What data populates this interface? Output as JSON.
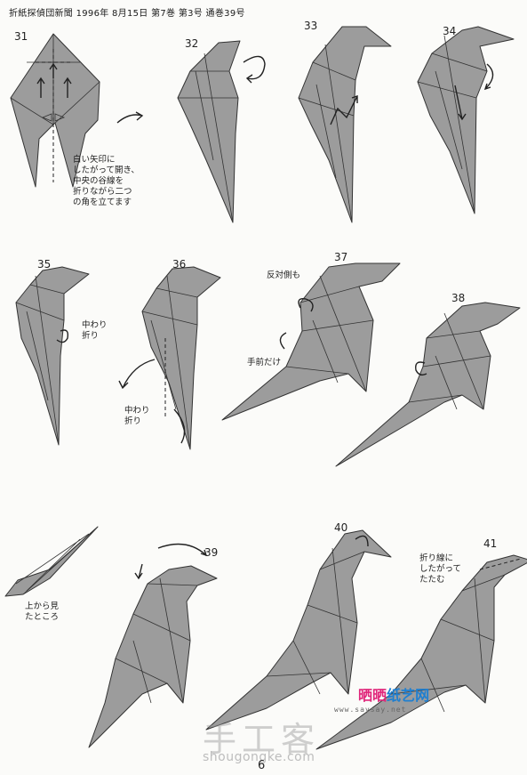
{
  "header": "折紙探偵団新聞 1996年 8月15日 第7巻 第3号 通巻39号",
  "steps": [
    "31",
    "32",
    "33",
    "34",
    "35",
    "36",
    "37",
    "38",
    "39",
    "40",
    "41"
  ],
  "notes": {
    "step31": [
      "白い矢印に",
      "したがって開き、",
      "中央の谷線を",
      "折りながら二つ",
      "の角を立てます"
    ],
    "step35": [
      "中わり",
      "折り"
    ],
    "step36": [
      "中わり",
      "折り"
    ],
    "step37_top": "反対側も",
    "step37_front": "手前だけ",
    "step39_view": [
      "上から見",
      "たところ"
    ],
    "step41": [
      "折り線に",
      "したがって",
      "たたむ"
    ]
  },
  "watermark": {
    "logo": "晒晒纸艺网",
    "logo_colors": [
      "#e0257a",
      "#1f7fd0"
    ],
    "url": "www.saysay.net",
    "cn_mark": "手工客",
    "site": "shougongke.com"
  },
  "page_number": "6"
}
